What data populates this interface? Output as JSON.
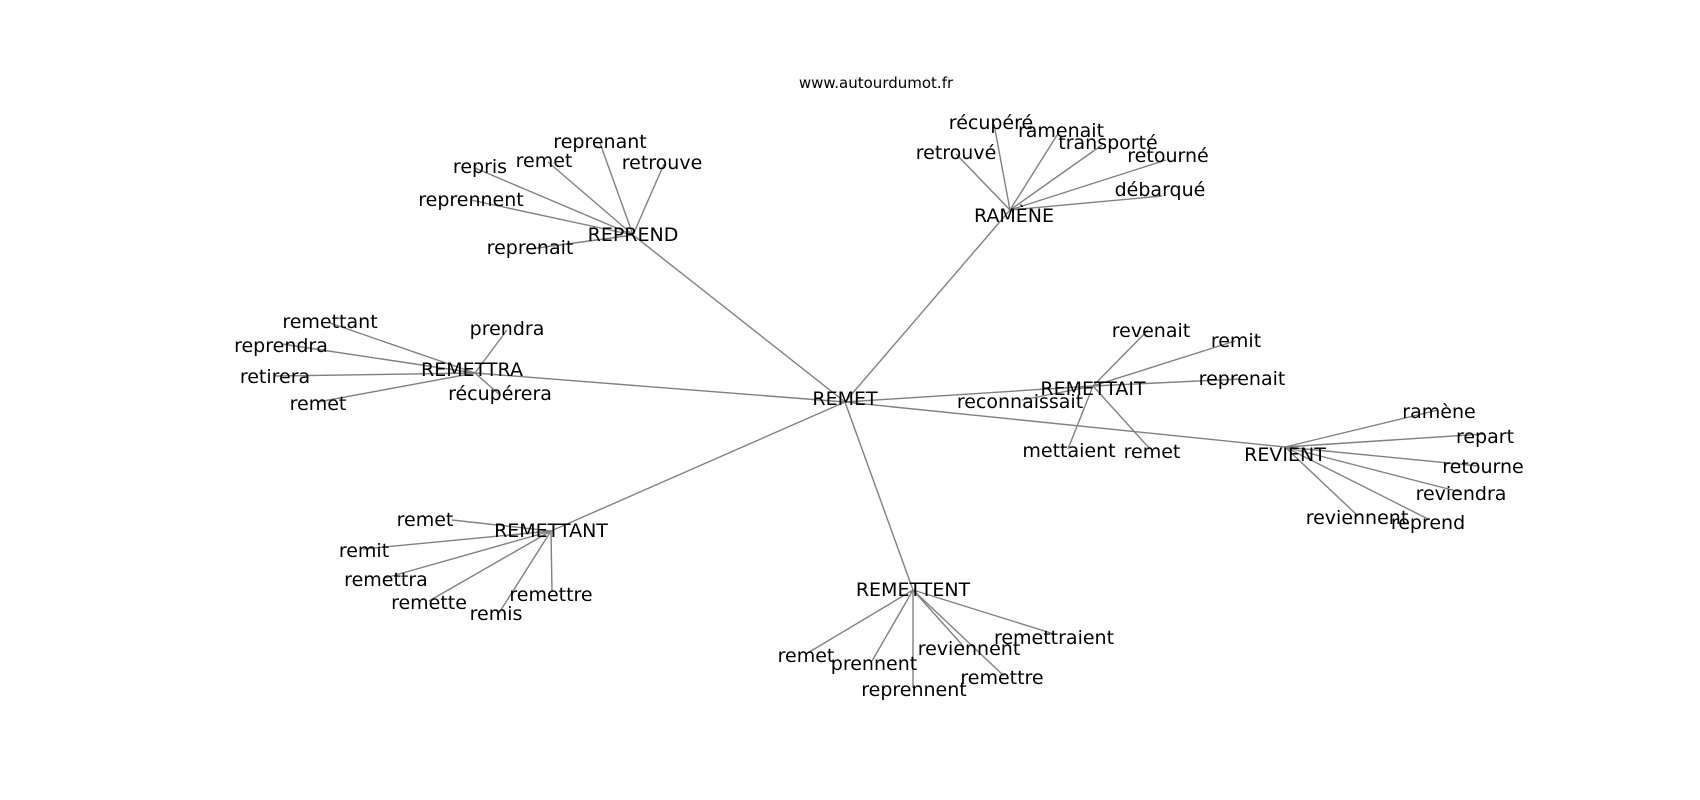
{
  "site": "www.autourdumot.fr",
  "root": "REMET",
  "hubs": [
    {
      "word": "REPREND",
      "neighbors": [
        "repris",
        "remet",
        "reprenant",
        "retrouve",
        "reprennent",
        "reprenait"
      ]
    },
    {
      "word": "RAMÈNE",
      "neighbors": [
        "retrouvé",
        "récupéré",
        "ramenait",
        "transporté",
        "retourné",
        "débarqué"
      ]
    },
    {
      "word": "REMETTRA",
      "neighbors": [
        "remettant",
        "reprendra",
        "retirera",
        "remet",
        "prendra",
        "récupérera"
      ]
    },
    {
      "word": "REMETTAIT",
      "neighbors": [
        "revenait",
        "remit",
        "reprenait",
        "reconnaissait",
        "mettaient",
        "remet"
      ]
    },
    {
      "word": "REVIENT",
      "neighbors": [
        "ramène",
        "repart",
        "retourne",
        "reviendra",
        "reviennent",
        "reprend"
      ]
    },
    {
      "word": "REMETTANT",
      "neighbors": [
        "remet",
        "remit",
        "remettra",
        "remette",
        "remis",
        "remettre"
      ]
    },
    {
      "word": "REMETTENT",
      "neighbors": [
        "remet",
        "prennent",
        "reprennent",
        "reviennent",
        "remettraient",
        "remettre"
      ]
    }
  ]
}
